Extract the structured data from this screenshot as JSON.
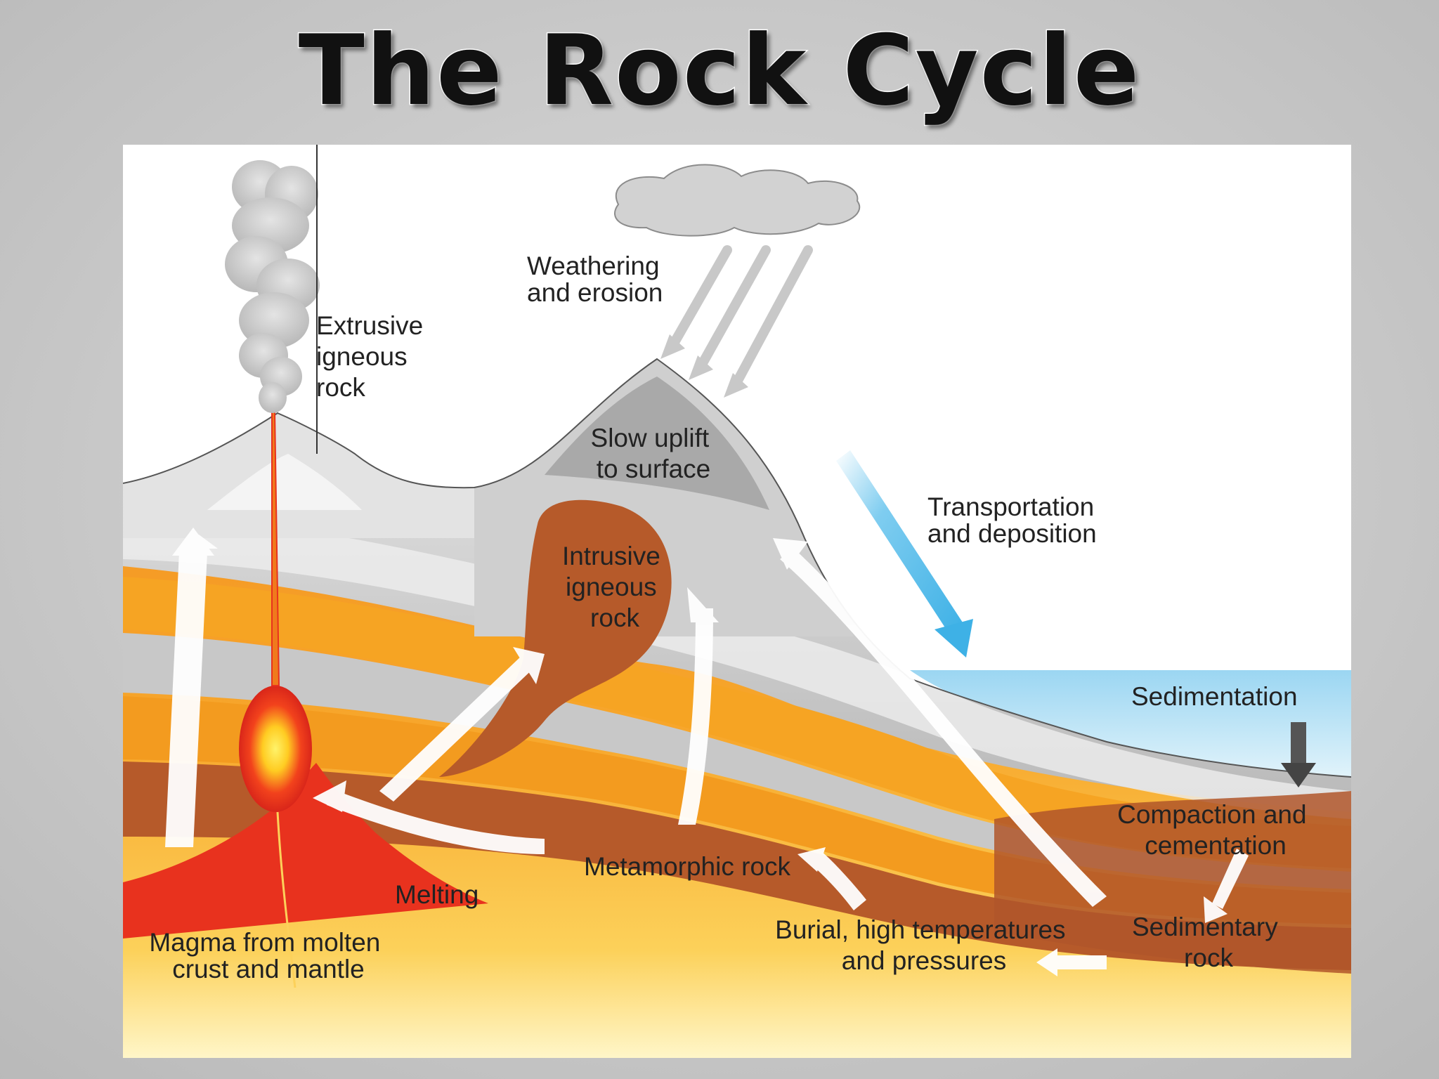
{
  "title": "The Rock Cycle",
  "labels": {
    "extrusive": [
      "Extrusive",
      "igneous",
      "rock"
    ],
    "weathering": [
      "Weathering",
      "and erosion"
    ],
    "uplift": [
      "Slow uplift",
      "to surface"
    ],
    "transport": [
      "Transportation",
      "and deposition"
    ],
    "intrusive": [
      "Intrusive",
      "igneous",
      "rock"
    ],
    "sedimentation": [
      "Sedimentation"
    ],
    "compaction": [
      "Compaction and",
      "cementation"
    ],
    "metamorphic": [
      "Metamorphic rock"
    ],
    "melting": [
      "Melting"
    ],
    "burial": [
      "Burial, high temperatures",
      "and pressures"
    ],
    "sedimentary": [
      "Sedimentary",
      "rock"
    ],
    "magma": [
      "Magma from molten",
      "crust and mantle"
    ]
  },
  "colors": {
    "deep_orange": "#f08a1c",
    "orange": "#f5a623",
    "yellow": "#fde37a",
    "brown": "#b65a2a",
    "magma_red": "#e8321e",
    "grey_light": "#e6e6e6",
    "grey_mid": "#c4c4c4",
    "water": "#bfe3f5",
    "transport_arrow": "#59bde8"
  }
}
